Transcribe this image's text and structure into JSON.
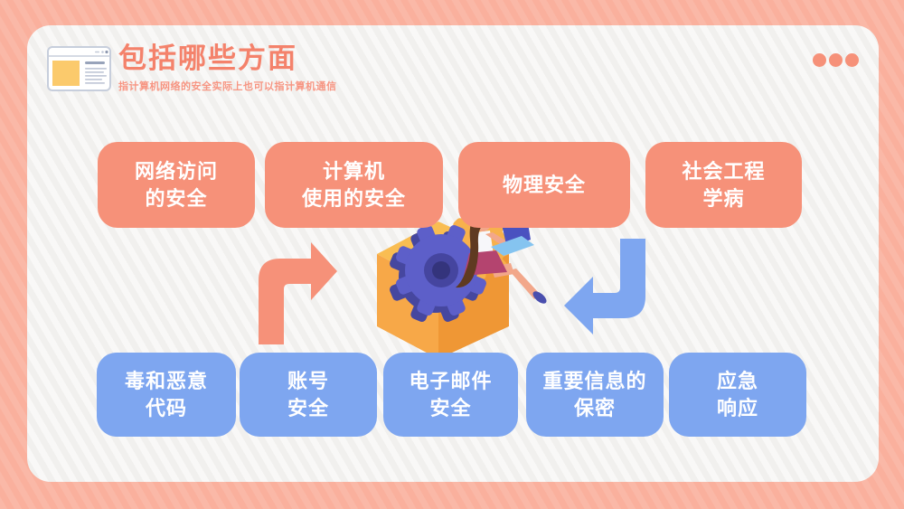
{
  "header": {
    "title": "包括哪些方面",
    "subtitle": "指计算机网络的安全实际上也可以指计算机通信"
  },
  "top_row": {
    "items": [
      {
        "text": "网络访问\n的安全"
      },
      {
        "text": "计算机\n使用的安全"
      },
      {
        "text": "物理安全"
      },
      {
        "text": "社会工程\n学病"
      }
    ]
  },
  "bottom_row": {
    "items": [
      {
        "text": "毒和恶意\n代码"
      },
      {
        "text": "账号\n安全"
      },
      {
        "text": "电子邮件\n安全"
      },
      {
        "text": "重要信息的\n保密"
      },
      {
        "text": "应急\n响应"
      }
    ]
  },
  "icons": {
    "header_icon": "browser-window-icon",
    "menu_dots": "ellipsis-icon",
    "left_arrow": "curved-arrow-up-right-icon",
    "right_arrow": "curved-arrow-down-left-icon",
    "center_art": "woman-with-laptop-on-gear-box-illustration"
  },
  "colors": {
    "frame": "#fab09d",
    "panel": "#f1f0ee",
    "coral": "#f69179",
    "blue": "#7ea6f0",
    "title_text": "#f4826b",
    "subtitle_text": "#f79582"
  }
}
